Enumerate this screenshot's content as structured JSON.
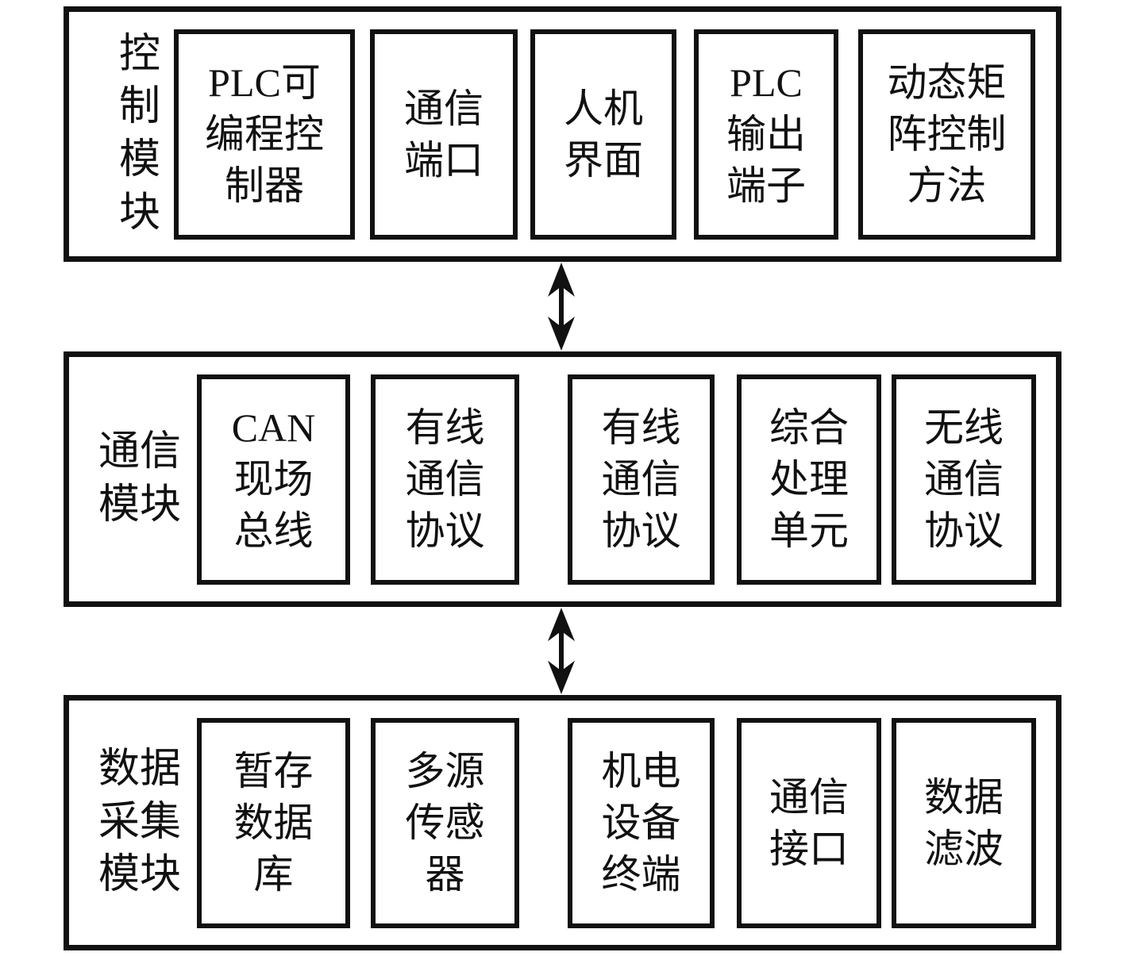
{
  "diagram": {
    "title": "PLC control system module diagram",
    "colors": {
      "line": "#111111",
      "background": "#ffffff"
    },
    "rows": [
      {
        "label": "控\n制\n模\n块",
        "boxes": [
          "PLC可\n编程控\n制器",
          "通信\n端口",
          "人机\n界面",
          "PLC\n输出\n端子",
          "动态矩\n阵控制\n方法"
        ]
      },
      {
        "label": "通信\n模块",
        "boxes": [
          "CAN\n现场\n总线",
          "有线\n通信\n协议",
          "有线\n通信\n协议",
          "综合\n处理\n单元",
          "无线\n通信\n协议"
        ]
      },
      {
        "label": "数据\n采集\n模块",
        "boxes": [
          "暂存\n数据\n库",
          "多源\n传感\n器",
          "机电\n设备\n终端",
          "通信\n接口",
          "数据\n滤波"
        ]
      }
    ],
    "arrows": [
      {
        "type": "bidirectional",
        "between": "row0-row1"
      },
      {
        "type": "bidirectional",
        "between": "row1-row2"
      }
    ]
  }
}
